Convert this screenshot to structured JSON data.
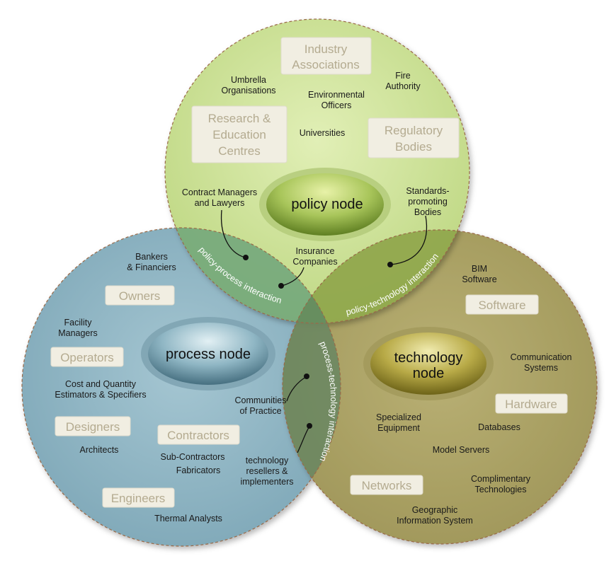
{
  "colors": {
    "policy": "#c9df8e",
    "process": "#8db4c2",
    "technology": "#a9a063",
    "policy_process_overlap": "#7fae82",
    "policy_technology_overlap": "#9cae55",
    "process_technology_overlap": "#6f8c6a"
  },
  "nodes": {
    "policy": "policy node",
    "process": "process node",
    "technology_line1": "technology",
    "technology_line2": "node"
  },
  "interactions": {
    "policy_process": "policy-process interaction",
    "policy_technology": "policy-technology interaction",
    "process_technology": "process-technology interaction"
  },
  "boxes": {
    "industry_associations": [
      "Industry",
      "Associations"
    ],
    "research_education": [
      "Research &",
      "Education",
      "Centres"
    ],
    "regulatory_bodies": [
      "Regulatory",
      "Bodies"
    ],
    "owners": "Owners",
    "operators": "Operators",
    "designers": "Designers",
    "contractors": "Contractors",
    "engineers": "Engineers",
    "software": "Software",
    "hardware": "Hardware",
    "networks": "Networks"
  },
  "labels": {
    "umbrella": [
      "Umbrella",
      "Organisations"
    ],
    "fire": [
      "Fire",
      "Authority"
    ],
    "environmental": [
      "Environmental",
      "Officers"
    ],
    "universities": "Universities",
    "contract_managers": [
      "Contract Managers",
      "and Lawyers"
    ],
    "standards": [
      "Standards-",
      "promoting",
      "Bodies"
    ],
    "insurance": [
      "Insurance",
      "Companies"
    ],
    "bankers": [
      "Bankers",
      "& Financiers"
    ],
    "facility": [
      "Facility",
      "Managers"
    ],
    "cost": [
      "Cost and Quantity",
      "Estimators & Specifiers"
    ],
    "architects": "Architects",
    "subcontractors": "Sub-Contractors",
    "fabricators": "Fabricators",
    "thermal": "Thermal Analysts",
    "communities": [
      "Communities",
      "of Practice"
    ],
    "resellers": [
      "technology",
      "resellers &",
      "implementers"
    ],
    "bim": [
      "BIM",
      "Software"
    ],
    "communication": [
      "Communication",
      "Systems"
    ],
    "specialized": [
      "Specialized",
      "Equipment"
    ],
    "databases": "Databases",
    "model_servers": "Model Servers",
    "complimentary": [
      "Complimentary",
      "Technologies"
    ],
    "gis": [
      "Geographic",
      "Information System"
    ]
  }
}
